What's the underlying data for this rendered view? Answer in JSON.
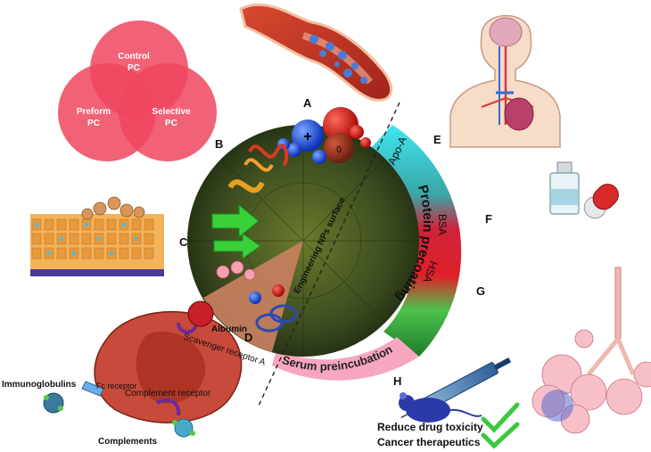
{
  "venn": {
    "circles": [
      {
        "line1": "Control",
        "line2": "PC"
      },
      {
        "line1": "Preform",
        "line2": "PC"
      },
      {
        "line1": "Selective",
        "line2": "PC"
      }
    ],
    "color": "#f0475f"
  },
  "section_letters": {
    "a": "A",
    "b": "B",
    "c": "C",
    "d": "D",
    "e": "E",
    "f": "F",
    "g": "G",
    "h": "H"
  },
  "np": {
    "surface_label": "Engineering NPs surface",
    "charge_plus": "+",
    "charge_zero": "0"
  },
  "ring": {
    "arc_text": "Protein precoating",
    "serum_text": "Serum preincubation",
    "proteins": [
      {
        "name": "Apo-A",
        "color": "#5fe0ee"
      },
      {
        "name": "BSA",
        "color": "#cc2a45"
      },
      {
        "name": "HSA",
        "color": "#d8222e"
      }
    ],
    "serum_band_color": "#f7a6c0"
  },
  "cell": {
    "albumin": "Albumin",
    "scavenger": "Scavenger receptor A",
    "fc_receptor": "Fc receptor",
    "complement_receptor": "Complement receptor",
    "immunoglobulins": "Immunoglobulins",
    "complements": "Complements"
  },
  "outcomes": {
    "item1": "Reduce drug toxicity",
    "item2": "Cancer therapeutics",
    "check_color": "#3cc83c"
  }
}
